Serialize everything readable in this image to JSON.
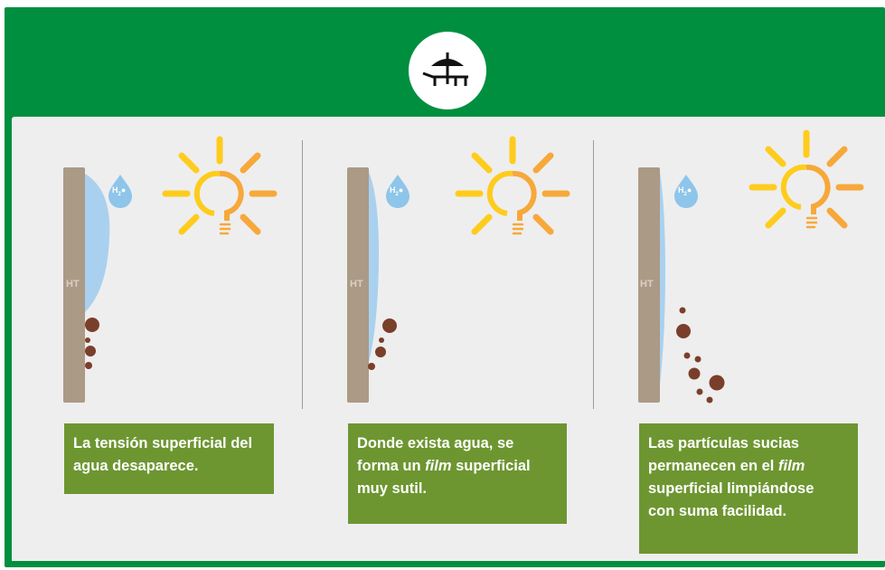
{
  "header": {
    "icon": "beach-chair-umbrella-icon"
  },
  "colors": {
    "frame_green": "#008f3f",
    "panel_bg": "#eeeeef",
    "caption_bg": "#6d9631",
    "wall": "#ab9a86",
    "water": "#a9d1ef",
    "drop": "#8ec5ea",
    "dirt": "#7a3f2a",
    "sun_yellow": "#fecc1d",
    "sun_orange": "#f7a83a"
  },
  "stages": [
    {
      "wall_label": "HT",
      "drop_label_main": "H",
      "drop_label_sub": "2",
      "caption_lines": [
        "La tensión superficial del",
        "agua desaparece."
      ]
    },
    {
      "wall_label": "HT",
      "drop_label_main": "H",
      "drop_label_sub": "2",
      "caption_line1": "Donde exista agua, se",
      "caption_line2_pre": "forma un ",
      "caption_line2_em": "film",
      "caption_line2_post": " superficial",
      "caption_line3": "muy sutil."
    },
    {
      "wall_label": "HT",
      "drop_label_main": "H",
      "drop_label_sub": "2",
      "caption_line1": "Las partículas sucias",
      "caption_line2_pre": "permanecen en el ",
      "caption_line2_em": "film",
      "caption_line3": "superficial limpiándose",
      "caption_line4": "con suma facilidad."
    }
  ]
}
